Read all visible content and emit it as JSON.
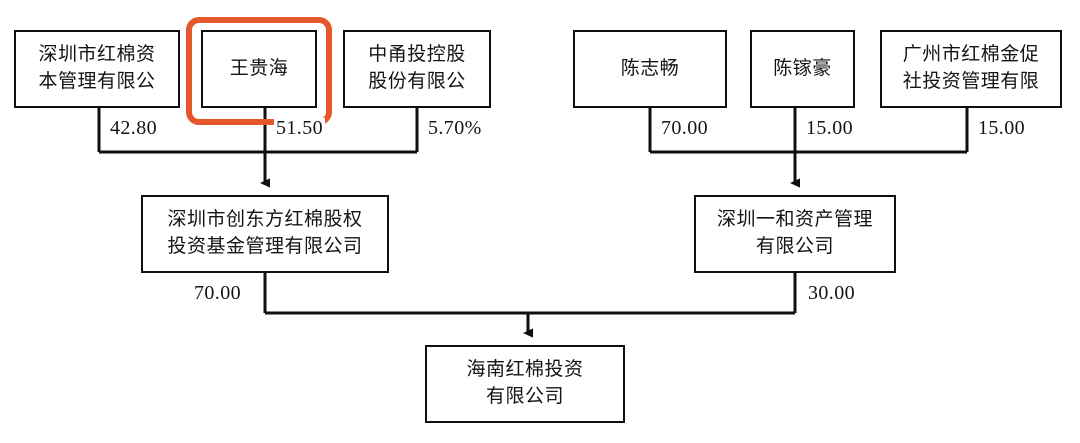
{
  "diagram": {
    "type": "ownership-structure-chart",
    "title": "",
    "accent_color": "#e4572c",
    "line_color": "#0f0f0f",
    "text_color": "#141414",
    "background": "#ffffff",
    "highlight": {
      "target": "wang-guihai",
      "color": "#e4572c",
      "shape": "rounded-rectangle"
    },
    "nodes": {
      "top_left_group": [
        {
          "id": "shenzhen-hongmian-capital",
          "lines": [
            "深圳市红棉资",
            "本管理有限公"
          ],
          "ownership": "42.80"
        },
        {
          "id": "wang-guihai",
          "lines": [
            "王贵海"
          ],
          "ownership": "51.50",
          "highlighted": true
        },
        {
          "id": "zhongyong-touzi-holding",
          "lines": [
            "中甬投控股",
            "股份有限公"
          ],
          "ownership": "5.70%"
        }
      ],
      "top_right_group": [
        {
          "id": "chen-zhichang",
          "lines": [
            "陈志畅"
          ],
          "ownership": "70.00"
        },
        {
          "id": "chen-jiahao",
          "lines": [
            "陈镓豪"
          ],
          "ownership": "15.00"
        },
        {
          "id": "guangzhou-hongmian-jincu",
          "lines": [
            "广州市红棉金促",
            "社投资管理有限"
          ],
          "ownership": "15.00"
        }
      ],
      "mid_left": {
        "id": "shenzhen-chuangdongfang",
        "lines": [
          "深圳市创东方红棉股权",
          "投资基金管理有限公司"
        ],
        "ownership": "70.00"
      },
      "mid_right": {
        "id": "shenzhen-yihe-asset",
        "lines": [
          "深圳一和资产管理",
          "有限公司"
        ],
        "ownership": "30.00"
      },
      "bottom": {
        "id": "hainan-hongmian-investment",
        "lines": [
          "海南红棉投资",
          "有限公司"
        ]
      }
    },
    "edge_labels": {
      "l1": "42.80",
      "l2": "51.50",
      "l3": "5.70%",
      "r1": "70.00",
      "r2": "15.00",
      "r3": "15.00",
      "b1": "70.00",
      "b2": "30.00"
    }
  }
}
